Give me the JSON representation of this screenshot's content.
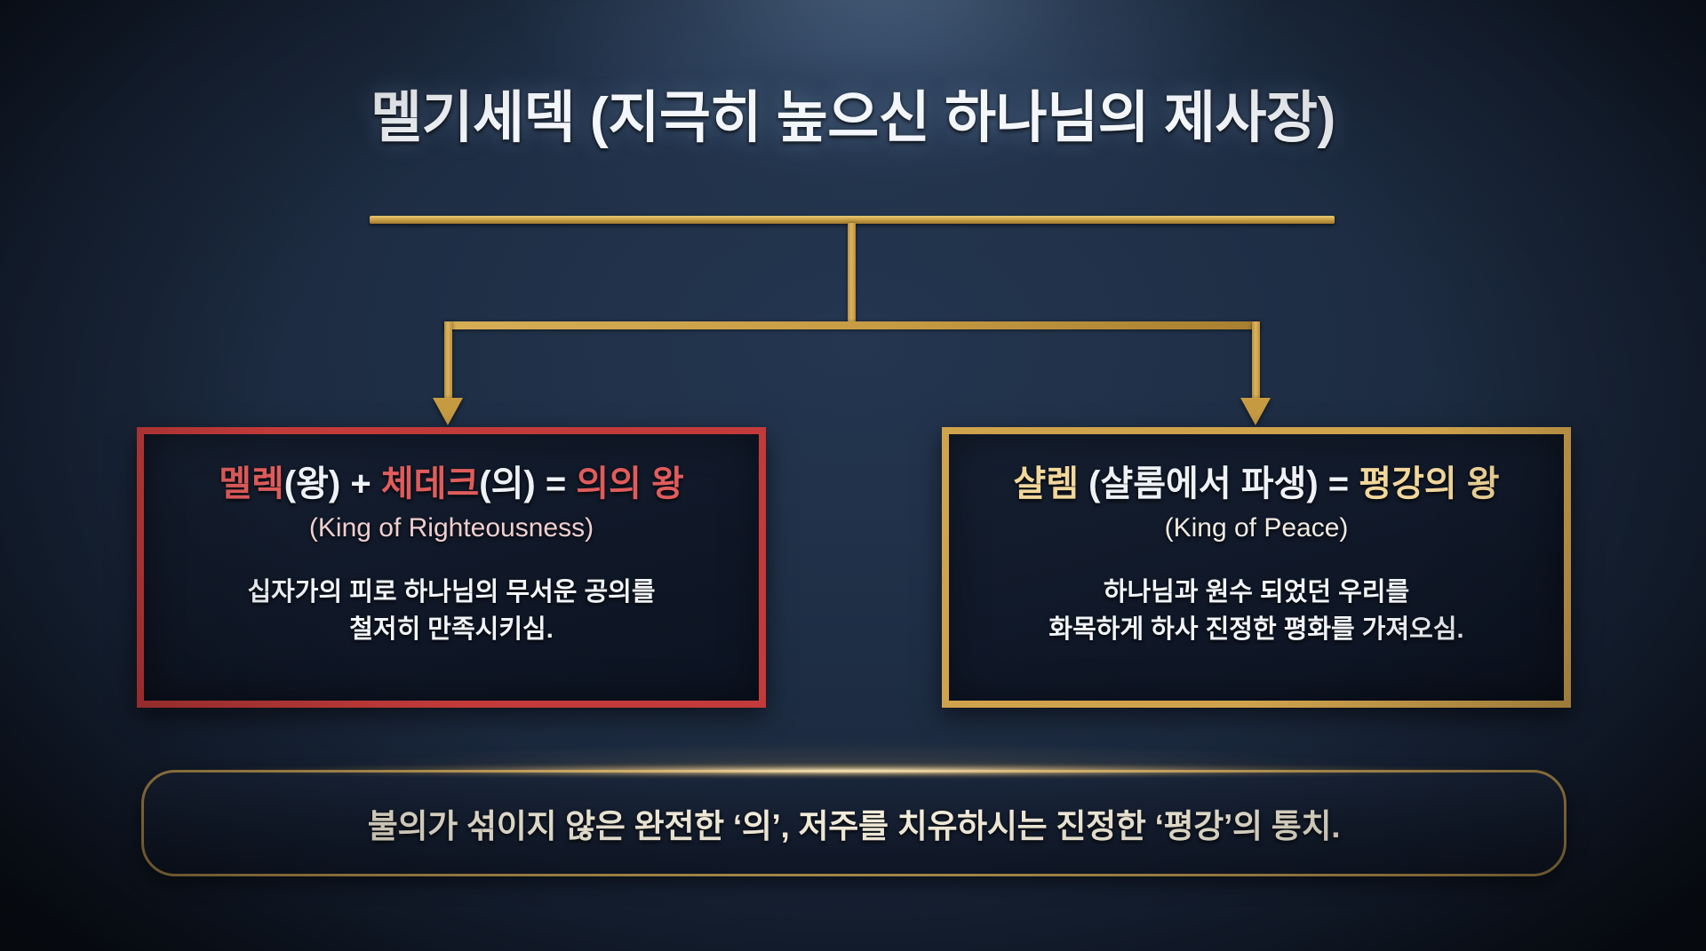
{
  "slide": {
    "title": "멜기세덱 (지극히 높으신 하나님의 제사장)",
    "background_color": "#1d2c42",
    "accent_gold": "#c79b42",
    "accent_red": "#c33a3a"
  },
  "branches": {
    "left": {
      "headline_parts": {
        "term1": "멜렉",
        "gloss1": "(왕)",
        "plus": " + ",
        "term2": "체데크",
        "gloss2": "(의)",
        "equals": " = ",
        "result": "의의 왕"
      },
      "subtitle_en": "(King of Righteousness)",
      "body_line1": "십자가의 피로 하나님의 무서운 공의를",
      "body_line2": "철저히 만족시키심.",
      "border_color": "#c33a3a",
      "keyword_color": "#e05c5c"
    },
    "right": {
      "headline_parts": {
        "term1": "샬렘",
        "gloss1": " (샬롬에서 파생)",
        "equals": " = ",
        "result": "평강의 왕"
      },
      "subtitle_en": "(King of Peace)",
      "body_line1": "하나님과 원수 되었던 우리를",
      "body_line2": "화목하게 하사 진정한 평화를 가져오심.",
      "border_color": "#cfa24c",
      "keyword_color": "#f2d79b"
    }
  },
  "summary": {
    "text": "불의가 섞이지 않은 완전한 ‘의’, 저주를 치유하시는 진정한 ‘평강’의 통치.",
    "border_color": "#b6934e",
    "text_color": "#f6efdd"
  }
}
